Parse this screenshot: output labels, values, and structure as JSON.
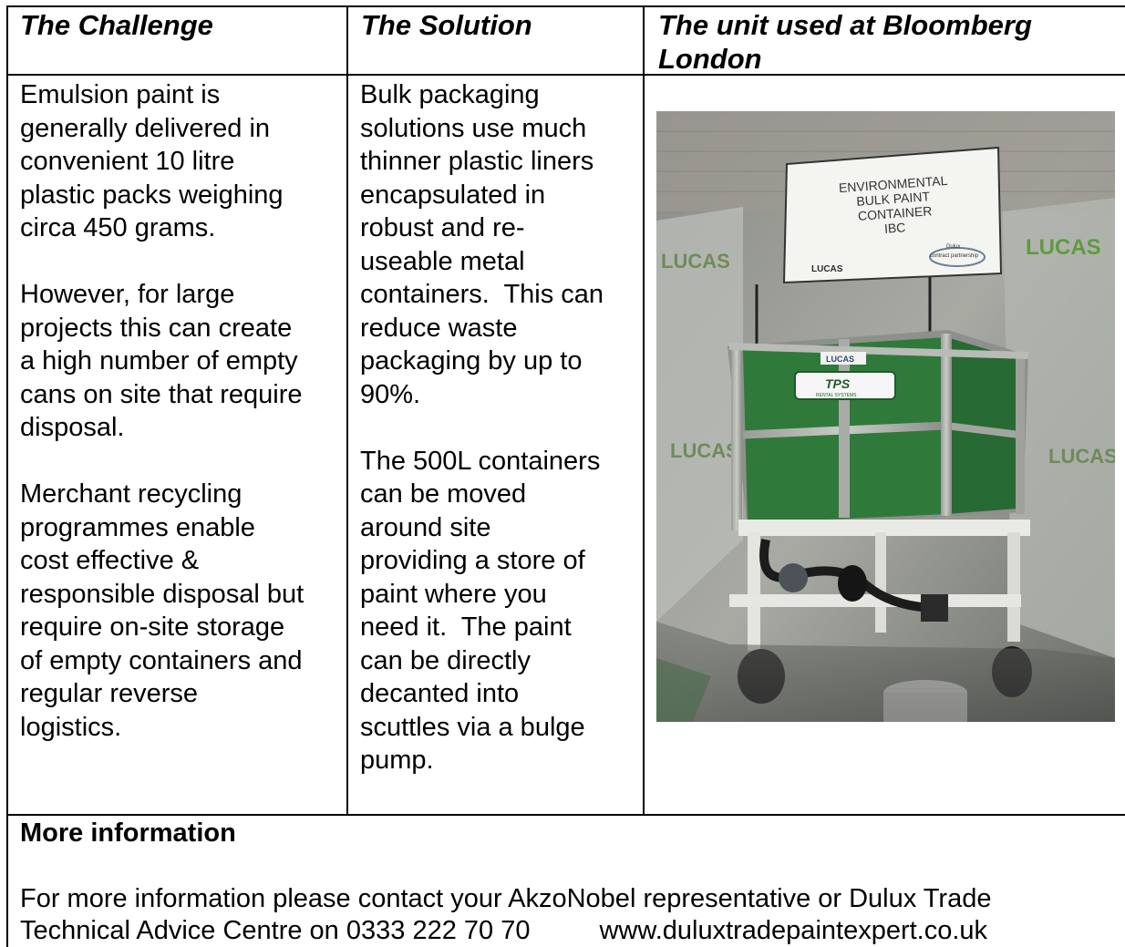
{
  "table": {
    "headers": {
      "challenge": "The Challenge",
      "solution": "The Solution",
      "unit_line1": "The unit used at Bloomberg",
      "unit_line2": "London"
    },
    "challenge_paragraphs": [
      [
        "Emulsion paint is",
        "generally delivered in",
        "convenient 10 litre",
        "plastic packs weighing",
        "circa 450 grams."
      ],
      [
        "However, for large",
        "projects this can create",
        "a high number of empty",
        "cans on site that require",
        "disposal."
      ],
      [
        "Merchant recycling",
        "programmes enable",
        "cost effective &",
        "responsible disposal but",
        "require on-site storage",
        "of empty containers and",
        "regular reverse",
        "logistics."
      ]
    ],
    "solution_paragraphs": [
      [
        "Bulk packaging",
        "solutions use much",
        "thinner plastic liners",
        "encapsulated in",
        "robust and re-",
        "useable metal",
        "containers.  This can",
        "reduce waste",
        "packaging by up to",
        "90%."
      ],
      [
        "The 500L containers",
        "can be moved",
        "around site",
        "providing a store of",
        "paint where you",
        "need it.  The paint",
        "can be directly",
        "decanted into",
        "scuttles via a bulge",
        "pump."
      ]
    ],
    "photo": {
      "sign_lines": [
        "ENVIRONMENTAL",
        "BULK PAINT",
        "CONTAINER",
        "IBC"
      ],
      "lucas": "LUCAS",
      "lucas_wall": "LUCAS",
      "dulux_badge": "Dulux",
      "partnership": "contract partnership",
      "tps": "TPS",
      "rental": "RENTAL SYSTEMS"
    }
  },
  "more": {
    "title": "More information",
    "body_line1": "For more information please contact your AkzoNobel representative or Dulux Trade",
    "body_line2": "Technical Advice Centre on 0333 222 70 70",
    "website": "www.duluxtradepaintexpert.co.uk"
  }
}
